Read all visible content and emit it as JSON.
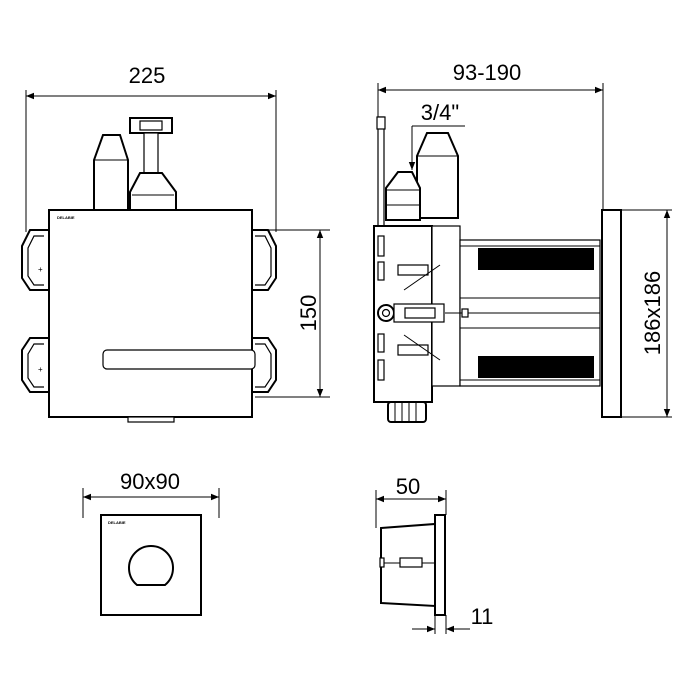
{
  "colors": {
    "line": "#000000",
    "background": "#ffffff"
  },
  "front_view": {
    "width_label": "225",
    "height_label": "150",
    "brand": "DELABIE"
  },
  "side_view": {
    "depth_label": "93-190",
    "thread_label": "3/4\"",
    "plate_label": "186x186"
  },
  "plate_view": {
    "size_label": "90x90",
    "brand": "DELABIE"
  },
  "plate_side_view": {
    "depth_label": "50",
    "thickness_label": "11"
  }
}
